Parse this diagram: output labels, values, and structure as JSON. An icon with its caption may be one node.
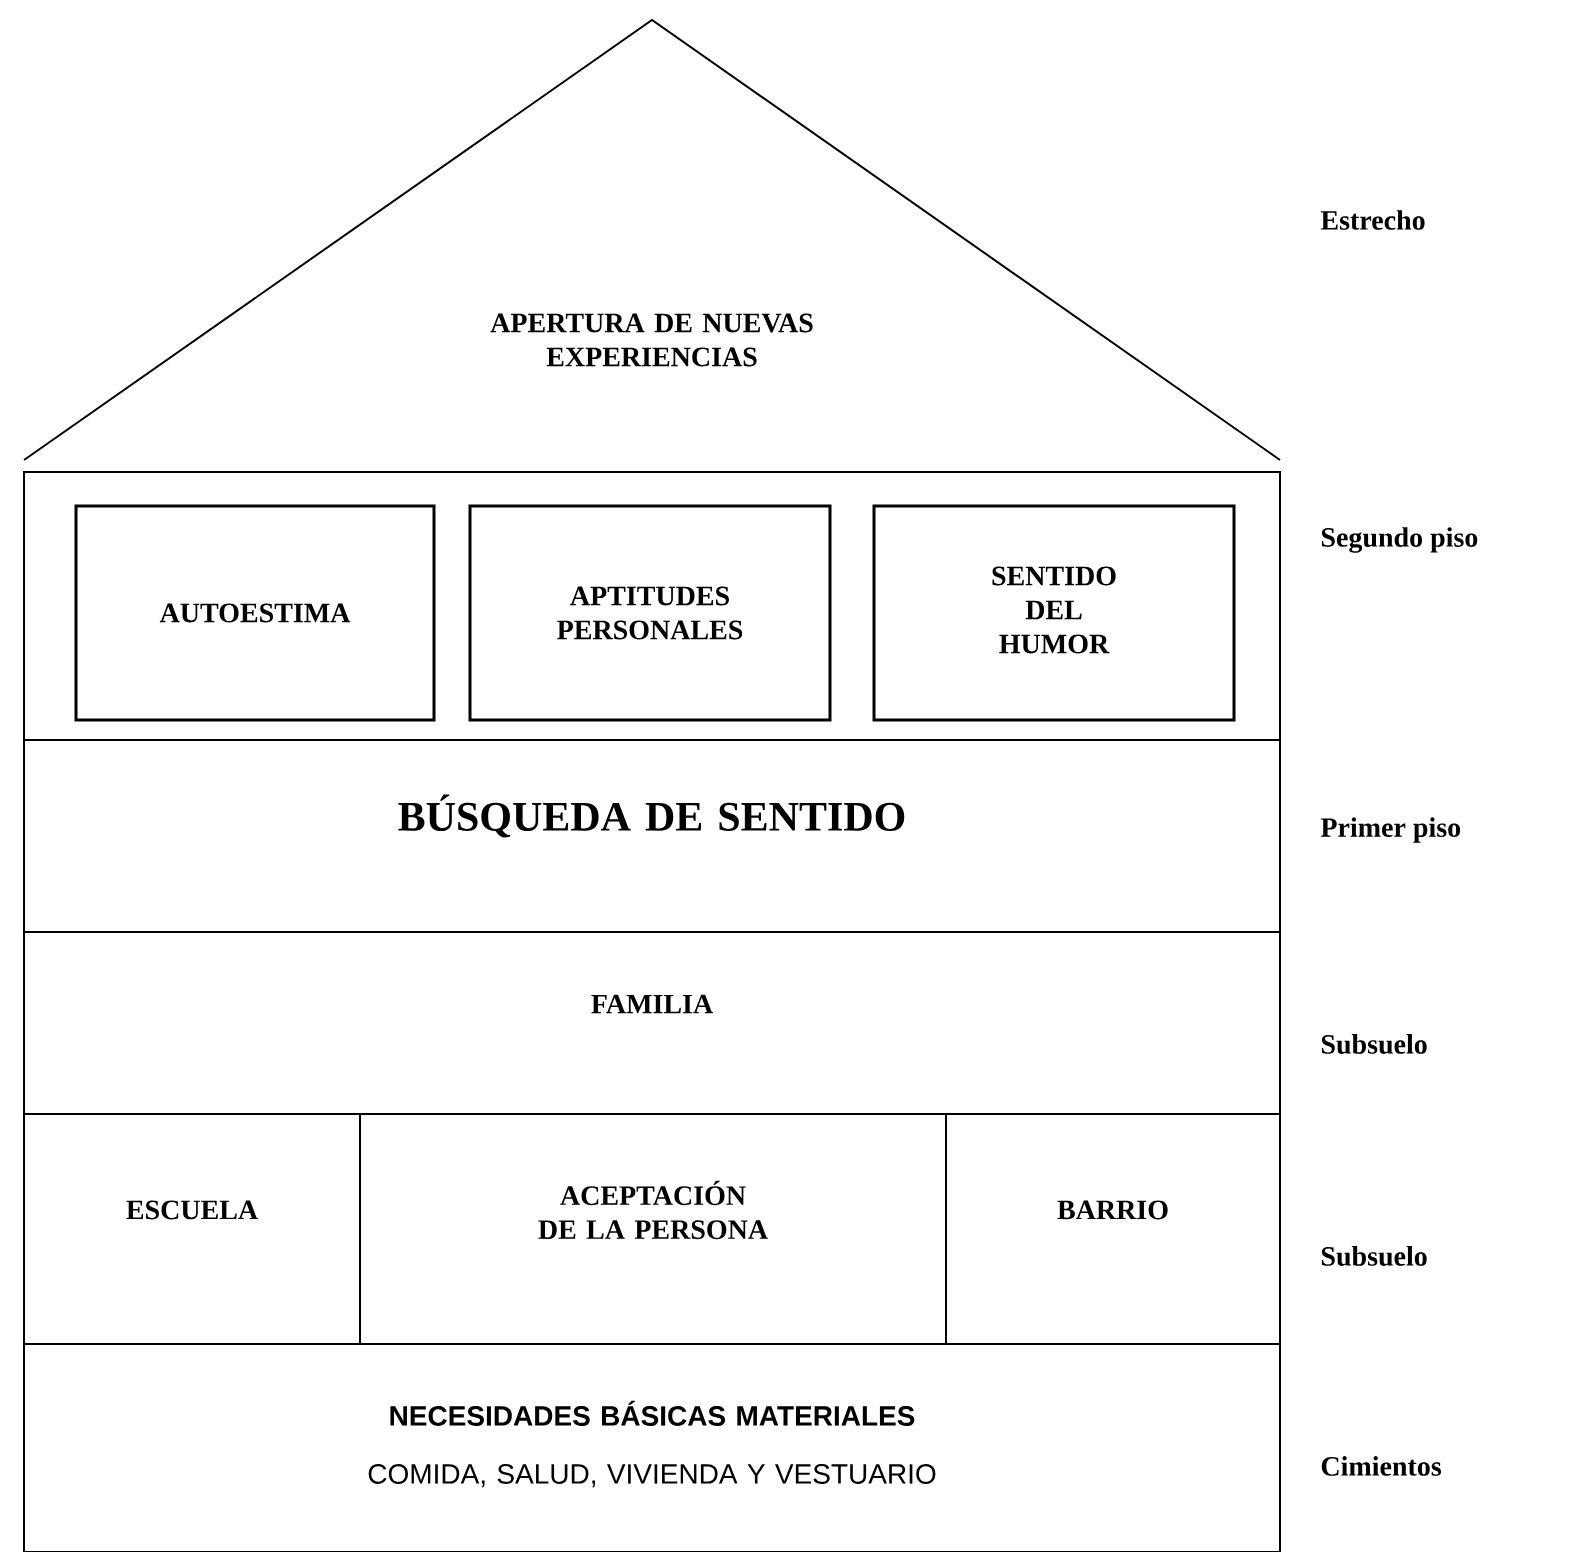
{
  "diagram": {
    "nodes": [
      {
        "text": [
          "APERTURA DE NUEVAS EXPERIENCIAS"
        ]
      },
      {
        "text": [],
        "shape": "box"
      },
      {
        "text": [
          "AUTOESTIMA"
        ],
        "in": 1
      },
      {
        "text": [
          "APTITUDES PERSONALES"
        ],
        "in": 1
      },
      {
        "text": [
          "SENTIDO DEL HUMOR"
        ],
        "in": 1
      },
      {
        "text": [
          "BÚSQUEDA DE SENTIDO"
        ]
      },
      {
        "text": [
          "FAMILIA"
        ]
      },
      {
        "text": [
          "ESCUELA"
        ]
      },
      {
        "text": [
          "ACEPTACIÓN DE LA PERSONA"
        ]
      },
      {
        "text": [
          "BARRIO"
        ]
      },
      {
        "text": [
          "NECESIDADES BÁSICAS MATERIALES",
          "COMIDA, SALUD, VIVIENDA Y VESTUARIO"
        ]
      }
    ],
    "labels": [
      "Estrecho",
      "Segundo piso",
      "Primer piso",
      "Subsuelo",
      "Subsuelo",
      "Cimientos"
    ]
  }
}
